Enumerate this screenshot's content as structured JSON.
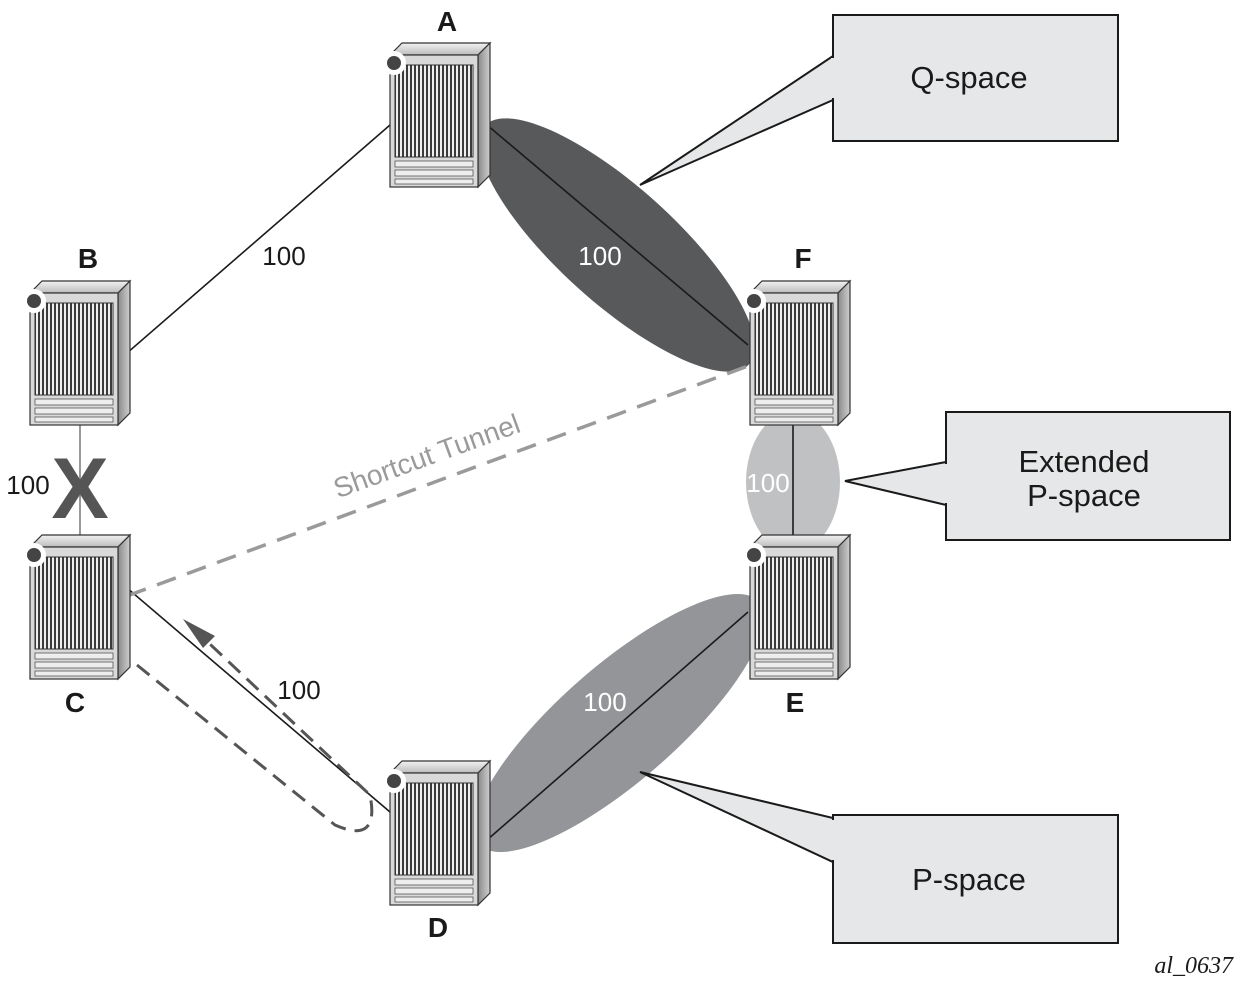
{
  "nodes": {
    "A": {
      "label": "A"
    },
    "B": {
      "label": "B"
    },
    "C": {
      "label": "C"
    },
    "D": {
      "label": "D"
    },
    "E": {
      "label": "E"
    },
    "F": {
      "label": "F"
    }
  },
  "links": {
    "a_b": {
      "metric": "100"
    },
    "a_f": {
      "metric": "100"
    },
    "b_c": {
      "metric": "100",
      "failed_marker": "X"
    },
    "c_d": {
      "metric": "100"
    },
    "d_e": {
      "metric": "100"
    },
    "e_f": {
      "metric": "100"
    }
  },
  "tunnel": {
    "label": "Shortcut Tunnel"
  },
  "callouts": {
    "q_space": {
      "text": "Q-space"
    },
    "extended_p_space": {
      "line1": "Extended",
      "line2": "P-space"
    },
    "p_space": {
      "text": "P-space"
    }
  },
  "figure_id": "al_0637",
  "colors": {
    "q_space_region": "#58595b",
    "p_space_region": "#939598",
    "extended_region": "#c0c1c3",
    "callout_fill": "#e6e7e8",
    "tunnel_line": "#9a9a9a",
    "x_mark": "#555555"
  }
}
